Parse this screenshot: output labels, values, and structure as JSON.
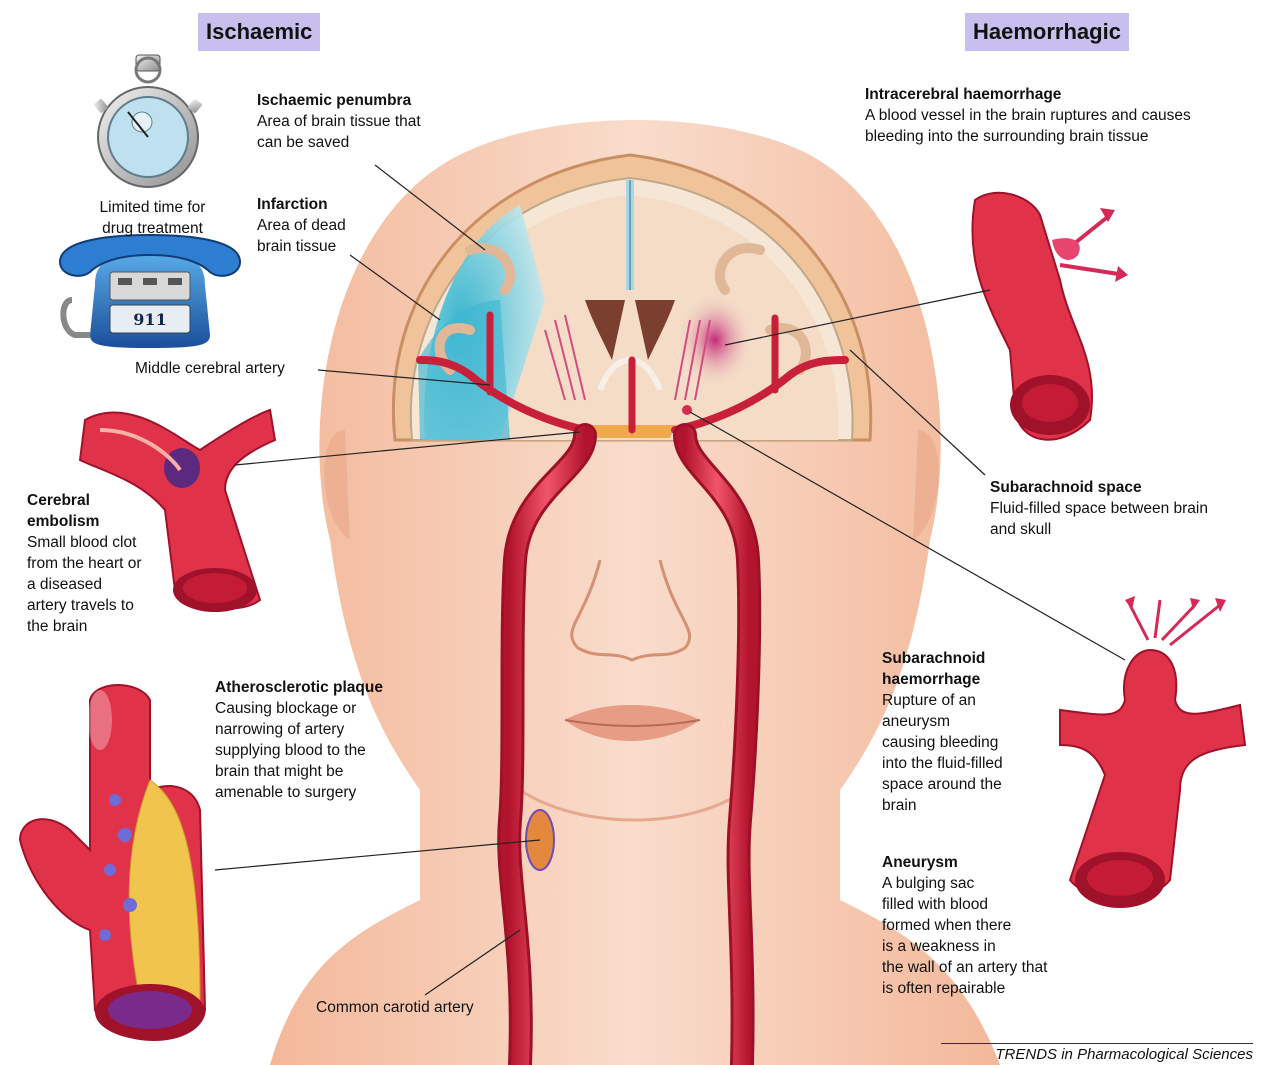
{
  "sections": {
    "ischaemic": "Ischaemic",
    "haemorrhagic": "Haemorrhagic"
  },
  "labels": {
    "timer": {
      "text": "Limited time for\ndrug treatment"
    },
    "phone_number": "911",
    "penumbra": {
      "title": "Ischaemic penumbra",
      "desc": "Area of brain tissue that\ncan be saved"
    },
    "infarction": {
      "title": "Infarction",
      "desc": "Area of dead\nbrain tissue"
    },
    "mca": {
      "text": "Middle cerebral artery"
    },
    "embolism": {
      "title": "Cerebral\nembolism",
      "desc": "Small blood clot\nfrom the heart or\na diseased\nartery travels to\nthe brain"
    },
    "plaque": {
      "title": "Atherosclerotic plaque",
      "desc": "Causing blockage or\nnarrowing of artery\nsupplying blood to the\nbrain that might be\namenable to surgery"
    },
    "carotid": {
      "text": "Common carotid artery"
    },
    "intracerebral": {
      "title": "Intracerebral haemorrhage",
      "desc": "A blood vessel in the brain ruptures and causes\nbleeding into the surrounding brain tissue"
    },
    "subarachnoid_space": {
      "title": "Subarachnoid space",
      "desc": "Fluid-filled space between brain\nand skull"
    },
    "subarachnoid_haem": {
      "title": "Subarachnoid\nhaemorrhage",
      "desc": "Rupture of an\naneurysm\ncausing bleeding\ninto the fluid-filled\nspace around the\nbrain"
    },
    "aneurysm": {
      "title": "Aneurysm",
      "desc": "A bulging sac\nfilled with blood\nformed when there\nis a weakness in\nthe wall of an artery that\nis often repairable"
    }
  },
  "footer": "TRENDS in Pharmacological Sciences",
  "colors": {
    "section_tag": "#c9bfee",
    "artery": "#e0334a",
    "skin": "#f6cdb3",
    "infarct": "#4ec0d6",
    "brain": "#f4dcc7"
  },
  "icons": [
    "stopwatch-icon",
    "telephone-icon"
  ]
}
